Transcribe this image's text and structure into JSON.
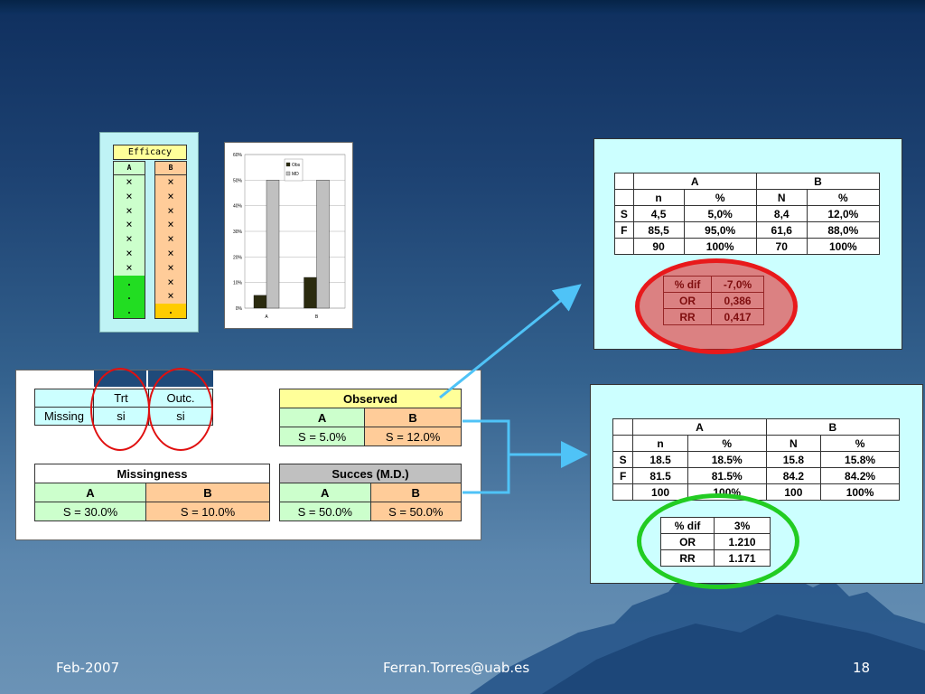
{
  "footer": {
    "date": "Feb-2007",
    "email": "Ferran.Torres@uab.es",
    "page": "18"
  },
  "efficacy": {
    "title": "Efficacy",
    "col_a": {
      "label": "A",
      "cells": [
        "×",
        "×",
        "×",
        "×",
        "×",
        "×",
        "×",
        ".",
        ".",
        "."
      ]
    },
    "col_b": {
      "label": "B",
      "cells": [
        "×",
        "×",
        "×",
        "×",
        "×",
        "×",
        "×",
        "×",
        "×",
        "."
      ]
    }
  },
  "mini_chart": {
    "chart_data": {
      "type": "bar",
      "categories": [
        "A",
        "B"
      ],
      "series": [
        {
          "name": "Obs",
          "values": [
            5,
            12
          ],
          "color": "#2b2b0f"
        },
        {
          "name": "MD",
          "values": [
            50,
            50
          ],
          "color": "#c0c0c0"
        }
      ],
      "yticks": [
        "0%",
        "10%",
        "20%",
        "30%",
        "40%",
        "50%",
        "60%"
      ],
      "ylim": [
        0,
        60
      ],
      "legend": "top-right"
    }
  },
  "missing_table": {
    "headers": [
      "",
      "Trt",
      "Outc."
    ],
    "row": [
      "Missing",
      "si",
      "si"
    ]
  },
  "observed": {
    "title": "Observed",
    "a": "A",
    "b": "B",
    "sa": "S =  5.0%",
    "sb": "S =  12.0%"
  },
  "missingness": {
    "title": "Missingness",
    "a": "A",
    "b": "B",
    "sa": "S =  30.0%",
    "sb": "S =  10.0%"
  },
  "succes": {
    "title": "Succes (M.D.)",
    "a": "A",
    "b": "B",
    "sa": "S =  50.0%",
    "sb": "S =  50.0%"
  },
  "top_right": {
    "groups": [
      "A",
      "B"
    ],
    "subheaders": [
      "n",
      "%",
      "N",
      "%"
    ],
    "rows": [
      {
        "label": "S",
        "cells": [
          "4,5",
          "5,0%",
          "8,4",
          "12,0%"
        ]
      },
      {
        "label": "F",
        "cells": [
          "85,5",
          "95,0%",
          "61,6",
          "88,0%"
        ]
      },
      {
        "label": "",
        "cells": [
          "90",
          "100%",
          "70",
          "100%"
        ]
      }
    ],
    "stats": [
      [
        "% dif",
        "-7,0%"
      ],
      [
        "OR",
        "0,386"
      ],
      [
        "RR",
        "0,417"
      ]
    ],
    "oval_color": "#e8191b"
  },
  "bottom_right": {
    "groups": [
      "A",
      "B"
    ],
    "subheaders": [
      "n",
      "%",
      "N",
      "%"
    ],
    "rows": [
      {
        "label": "S",
        "cells": [
          "18.5",
          "18.5%",
          "15.8",
          "15.8%"
        ]
      },
      {
        "label": "F",
        "cells": [
          "81.5",
          "81.5%",
          "84.2",
          "84.2%"
        ]
      },
      {
        "label": "",
        "cells": [
          "100",
          "100%",
          "100",
          "100%"
        ]
      }
    ],
    "stats": [
      [
        "% dif",
        "3%"
      ],
      [
        "OR",
        "1.210"
      ],
      [
        "RR",
        "1.171"
      ]
    ],
    "oval_color": "#22cc22"
  }
}
